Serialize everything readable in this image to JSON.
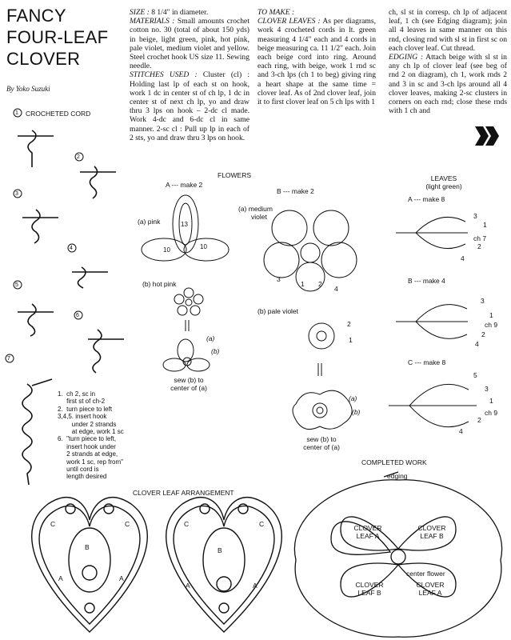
{
  "header": {
    "title_line1": "FANCY",
    "title_line2": "FOUR-LEAF",
    "title_line3": "CLOVER",
    "author": "By Yoko Suzuki"
  },
  "text": {
    "size_label": "SIZE :",
    "size_value": "8 1/4\" in diameter.",
    "materials_label": "MATERIALS :",
    "materials_value": "Small amounts crochet cotton no. 30 (total of about 150 yds) in beige, light green, pink, hot pink, pale violet, medium violet and yellow. Steel crochet hook US size 11. Sewing needle.",
    "stitches_label": "STITCHES USED :",
    "stitches_value": "Cluster (cl) : Holding last lp of each st on hook, work 1 dc in center st of ch lp, 1 dc in center st of next ch lp, yo and draw thru 3 lps on hook – 2-dc cl made. Work 4-dc and 6-dc cl in same manner. 2-sc cl : Pull up lp in each of 2 sts, yo and draw thru 3 lps on hook.",
    "to_make_label": "TO MAKE :",
    "clover_leaves_label": "CLOVER LEAVES :",
    "clover_leaves_value": "As per diagrams, work 4 crocheted cords in lt. green measuring 4 1/4\" each and 4 cords in beige measuring ca. 11 1/2\" each. Join each beige cord into ring. Around each ring, with beige, work 1 rnd sc and 3-ch lps (ch 1 to beg) giving ring a heart shape at the same time = clover leaf. As of 2nd clover leaf, join it to first clover leaf on 5 ch lps with 1",
    "col3_value": "ch, sl st in corresp. ch lp of adjacent leaf, 1 ch (see Edging diagram); join all 4 leaves in same manner on this rnd, closing rnd with sl st in first sc on each clover leaf. Cut thread.",
    "edging_label": "EDGING :",
    "edging_value": "Attach beige with sl st in any ch lp of clover leaf (see beg of rnd 2 on diagram), ch 1, work rnds 2 and 3 in sc and 3-ch lps around all 4 clover leaves, making 2-sc clusters in corners on each rnd; close these rnds with 1 ch and"
  },
  "cord": {
    "title": "CROCHETED CORD",
    "steps": [
      "1.  ch 2, sc in",
      "     first st of ch-2",
      "2.  turn piece to left",
      "3,4,5. insert hook",
      "        under 2 strands",
      "        at edge, work 1 sc",
      "6.  \"turn piece to left,",
      "     insert hook under",
      "     2 strands at edge,",
      "     work 1 sc, rep from\"",
      "     until cord is",
      "     length desired"
    ],
    "step_numbers": [
      "1",
      "2",
      "3",
      "4",
      "5",
      "6",
      "7"
    ]
  },
  "flowers": {
    "title": "FLOWERS",
    "a_make": "A --- make 2",
    "b_make": "B --- make 2",
    "a_pink": "(a) pink",
    "a_hot_pink": "(b) hot pink",
    "b_medium": "(a) medium",
    "b_violet": "violet",
    "b_pale": "(b) pale violet",
    "sew_a": "sew (b) to",
    "sew_a2": "center of (a)",
    "sew_b": "sew (b) to",
    "sew_b2": "center of (a)",
    "petal_13": "13",
    "petal_10a": "10",
    "petal_10b": "10",
    "lbl_a": "(a)",
    "lbl_b": "(b)",
    "lbl_a2": "(a)",
    "lbl_b2": "(b)",
    "rnd1": "1",
    "rnd2": "2",
    "rnd3": "3",
    "rnd4": "4",
    "p2": "2",
    "p1": "1"
  },
  "leaves": {
    "title": "LEAVES",
    "subtitle": "(light green)",
    "a_make": "A --- make 8",
    "b_make": "B --- make 4",
    "c_make": "C --- make 8",
    "a_nums": [
      "3",
      "1",
      "ch 7",
      "2",
      "4"
    ],
    "b_nums": [
      "3",
      "1",
      "ch 9",
      "2",
      "4"
    ],
    "c_nums": [
      "5",
      "3",
      "1",
      "ch 9",
      "2",
      "4"
    ]
  },
  "arrangement": {
    "title": "CLOVER LEAF ARRANGEMENT",
    "letters_left": [
      "C",
      "C",
      "B",
      "A",
      "A"
    ],
    "letters_right": [
      "C",
      "C",
      "B",
      "A",
      "A"
    ]
  },
  "completed": {
    "title": "COMPLETED WORK",
    "edging": "edging",
    "leaf_a_tl": "CLOVER\nLEAF A",
    "leaf_b_tr": "CLOVER\nLEAF B",
    "leaf_b_bl": "CLOVER\nLEAF B",
    "leaf_a_br": "CLOVER\nLEAF A",
    "center_flower": "center flower"
  }
}
